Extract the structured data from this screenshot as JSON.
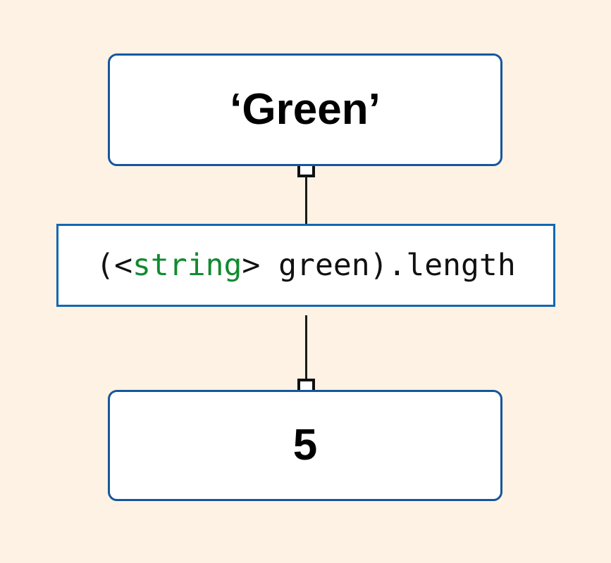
{
  "diagram": {
    "type": "expression-evaluation-flow",
    "background_color": "#fdf2e4",
    "nodes": [
      {
        "id": "input-value",
        "role": "string-literal",
        "label": "‘Green’",
        "shape": "rounded-rect",
        "text_style": "bold-sans",
        "border_color": "#15569e",
        "shadow_color": "#4aa8f5",
        "fill_color": "#ffffff"
      },
      {
        "id": "expression",
        "role": "expression",
        "shape": "square-rect",
        "text_style": "monospace",
        "border_color": "#1168b3",
        "shadow_color": "#5bb0f7",
        "fill_color": "#ffffff",
        "tokens": [
          {
            "text": "(<",
            "color": "#111111"
          },
          {
            "text": "string",
            "color": "#128a31"
          },
          {
            "text": "> green).length",
            "color": "#111111"
          }
        ],
        "plain_text": "(<string> green).length"
      },
      {
        "id": "result-value",
        "role": "number-literal",
        "label": "5",
        "shape": "rounded-rect",
        "text_style": "bold-sans",
        "border_color": "#15569e",
        "shadow_color": "#4aa8f5",
        "fill_color": "#ffffff"
      }
    ],
    "connectors": [
      {
        "id": "edge-top",
        "from": "input-value",
        "to": "expression",
        "style": "straight-line-with-sockets",
        "color": "#1a1a1a"
      },
      {
        "id": "edge-bottom",
        "from": "expression",
        "to": "result-value",
        "style": "straight-line-with-sockets",
        "color": "#1a1a1a"
      }
    ]
  }
}
